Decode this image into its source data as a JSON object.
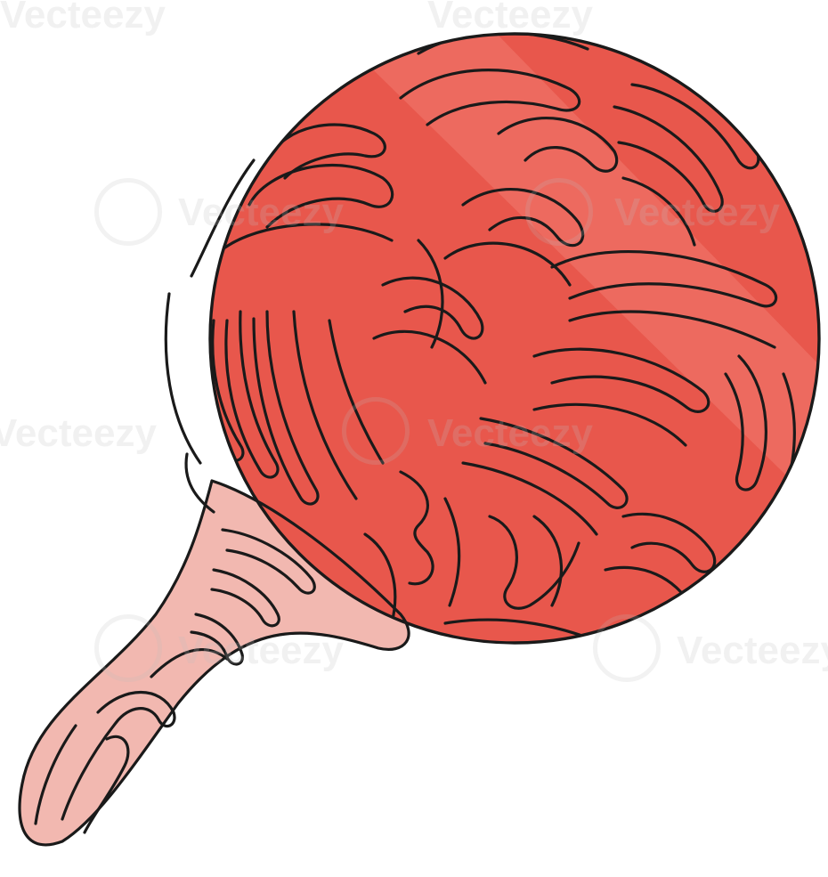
{
  "image": {
    "subject": "table tennis paddle",
    "style": "single continuous line drawing with swirl pattern"
  },
  "colors": {
    "paddle_face": "#e8574c",
    "paddle_face_light": "#f07a70",
    "handle": "#f2b8b0",
    "handle_dark": "#e89c92",
    "line": "#1a1a1a",
    "background": "#ffffff",
    "watermark": "#bebebe"
  },
  "watermark": {
    "text": "Vecteezy"
  }
}
